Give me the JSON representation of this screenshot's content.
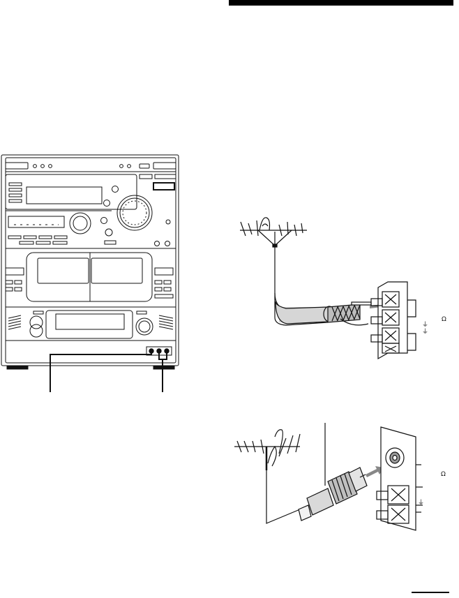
{
  "document": {
    "header_rule": "black",
    "symbols": {
      "ohm_upper": "Ω",
      "ohm_lower": "Ω",
      "ground_upper": "⏚",
      "ground_mid": "⏚",
      "ground_lower": "⏚"
    },
    "figures": [
      {
        "name": "stereo-system-front"
      },
      {
        "name": "fm-wire-antenna-connection"
      },
      {
        "name": "vhf-coaxial-antenna-connection"
      }
    ]
  }
}
